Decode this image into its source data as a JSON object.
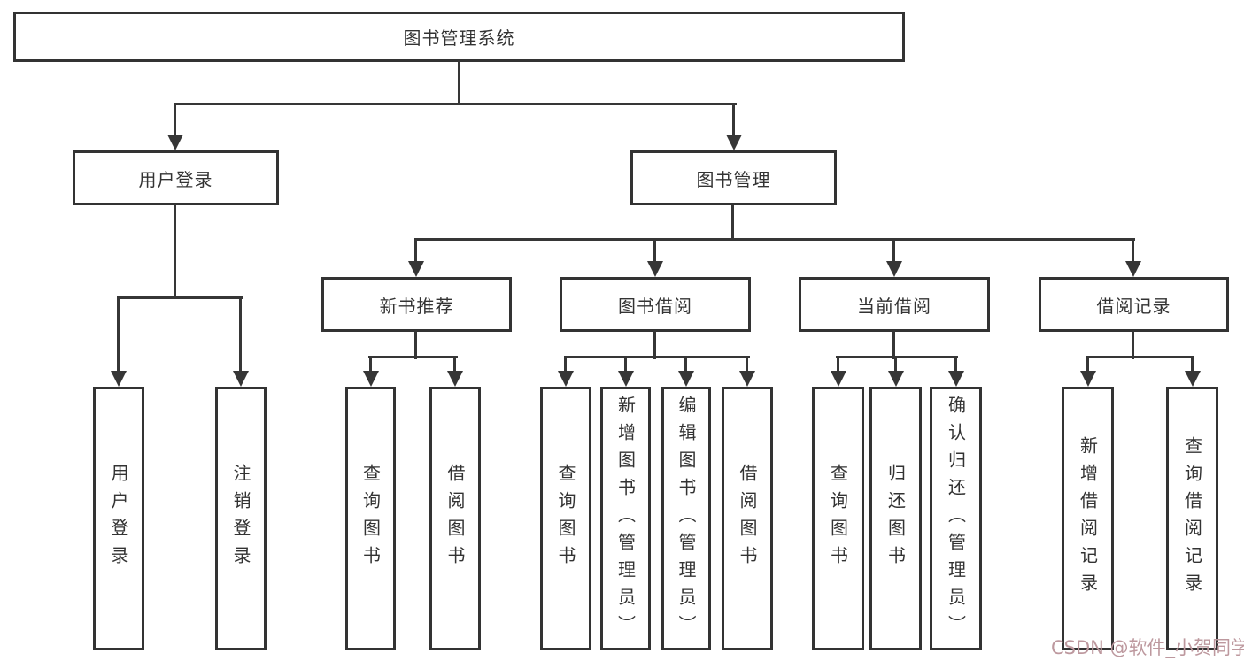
{
  "tree": {
    "label": "图书管理系统",
    "children": [
      {
        "label": "用户登录",
        "children": [
          {
            "label": "用户登录"
          },
          {
            "label": "注销登录"
          }
        ]
      },
      {
        "label": "图书管理",
        "children": [
          {
            "label": "新书推荐",
            "children": [
              {
                "label": "查询图书"
              },
              {
                "label": "借阅图书"
              }
            ]
          },
          {
            "label": "图书借阅",
            "children": [
              {
                "label": "查询图书"
              },
              {
                "label": "新增图书（管理员）"
              },
              {
                "label": "编辑图书（管理员）"
              },
              {
                "label": "借阅图书"
              }
            ]
          },
          {
            "label": "当前借阅",
            "children": [
              {
                "label": "查询图书"
              },
              {
                "label": "归还图书"
              },
              {
                "label": "确认归还（管理员）"
              }
            ]
          },
          {
            "label": "借阅记录",
            "children": [
              {
                "label": "新增借阅记录"
              },
              {
                "label": "查询借阅记录"
              }
            ]
          }
        ]
      }
    ]
  },
  "watermark": {
    "text": "CSDN @软件_小贺同学"
  },
  "colors": {
    "background": "#ffffff",
    "box_border": "#333333",
    "connector_line": "#363636",
    "text": "#333333",
    "watermark": "#bd989e"
  }
}
